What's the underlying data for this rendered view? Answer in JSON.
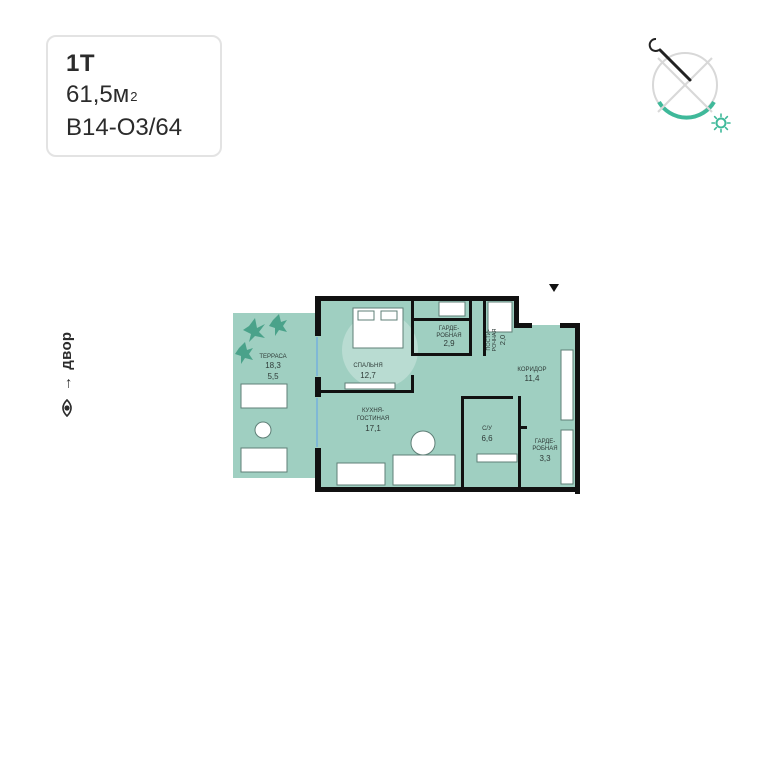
{
  "unit": {
    "type": "1T",
    "area_value": "61,5м",
    "area_sup": "2",
    "code": "В14-О3/64"
  },
  "orientation": {
    "yard_label": "двор"
  },
  "rooms": {
    "terrace": {
      "name": "ТЕРРАСА",
      "area": "18,3",
      "area2": "5,5"
    },
    "bedroom": {
      "name": "СПАЛЬНЯ",
      "area": "12,7"
    },
    "wardrobe1": {
      "name_line1": "ГАРДЕ-",
      "name_line2": "РОБНАЯ",
      "area": "2,9"
    },
    "linen": {
      "name_line1": "ПОСТИ-",
      "name_line2": "РОЧНАЯ",
      "area": "2,0"
    },
    "corridor": {
      "name": "КОРИДОР",
      "area": "11,4"
    },
    "kitchen": {
      "name_line1": "КУХНЯ-",
      "name_line2": "ГОСТИНАЯ",
      "area": "17,1"
    },
    "bathroom": {
      "name": "С/У",
      "area": "6,6"
    },
    "wardrobe2": {
      "name_line1": "ГАРДЕ-",
      "name_line2": "РОБНАЯ",
      "area": "3,3"
    }
  },
  "colors": {
    "floor": "#9fcfc1",
    "wall": "#111111",
    "accent": "#3fb99a",
    "text": "#2b2b2b"
  }
}
